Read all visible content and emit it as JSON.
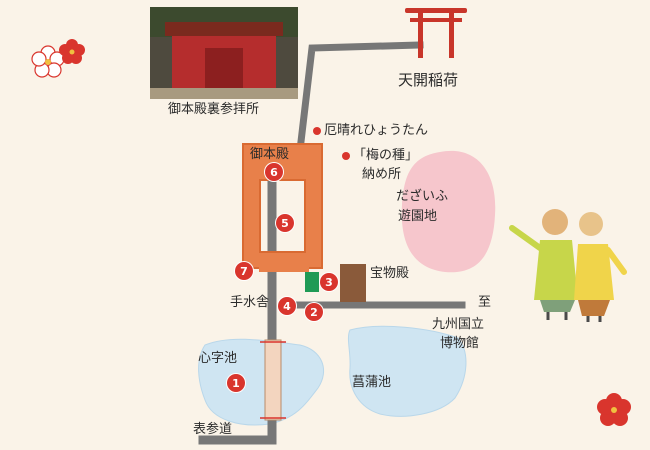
{
  "colors": {
    "background": "#faf3e8",
    "path": "#777777",
    "shrine_area": "#e8804a",
    "pond": "#cfe5f2",
    "amusement_park": "#f6c6cc",
    "marker": "#d9352d",
    "torii": "#c8352a",
    "treasure_hall": "#8a5a3a",
    "water_pavilion": "#1f9a55"
  },
  "labels": {
    "tenkai_inari": "天開稲荷",
    "goura_sanpaisho": "御本殿裏参拝所",
    "yakubare_hyoutan": "厄晴れひょうたん",
    "ume_no_tane_line1": "「梅の種」",
    "ume_no_tane_line2": "納め所",
    "gohonden": "御本殿",
    "dazaifu_yuenchi_line1": "だざいふ",
    "dazaifu_yuenchi_line2": "遊園地",
    "houmotsuden": "宝物殿",
    "temizuya": "手水舎",
    "museum_to": "至",
    "museum_line1": "九州国立",
    "museum_line2": "博物館",
    "shinjiike": "心字池",
    "shoubuike": "菖蒲池",
    "omotesando": "表参道"
  },
  "markers": [
    "1",
    "2",
    "3",
    "4",
    "5",
    "6",
    "7"
  ],
  "icons": [
    "torii-icon",
    "plum-blossom-icon",
    "shrine-photo",
    "tourists-illustration"
  ]
}
